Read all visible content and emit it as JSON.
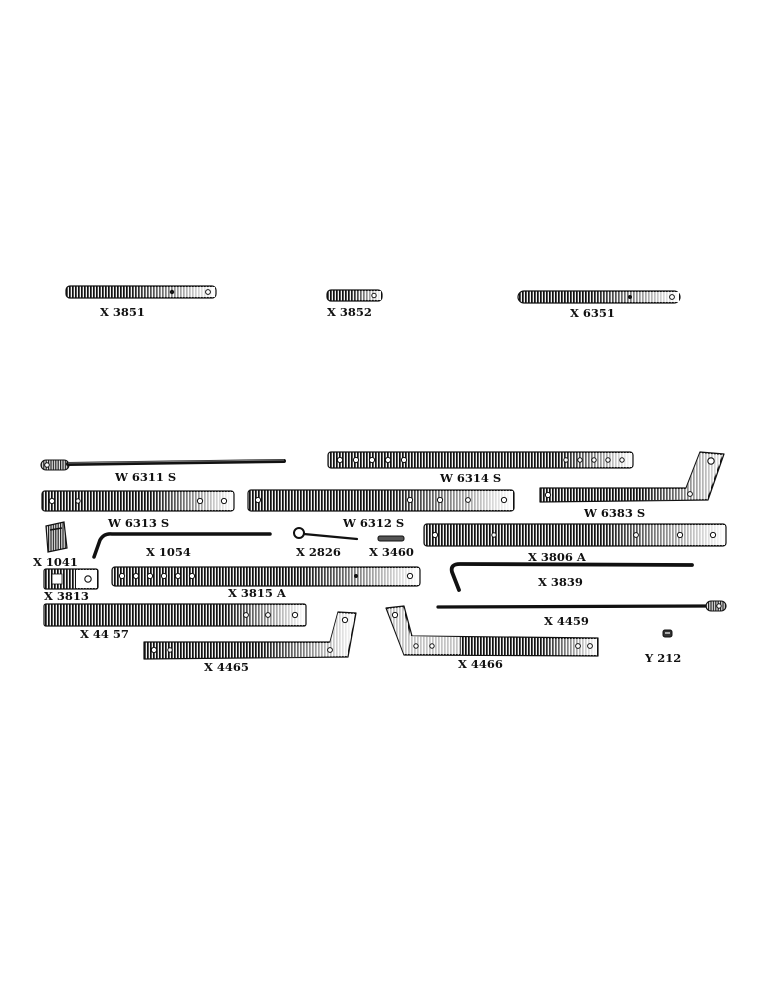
{
  "page": {
    "ink": "#111111",
    "paper": "#ffffff",
    "highlight": "#ffffff"
  },
  "parts": {
    "x3851": "X 3851",
    "x3852": "X 3852",
    "x6351": "X 6351",
    "w6311s": "W 6311 S",
    "w6314s": "W 6314 S",
    "w6313s": "W 6313 S",
    "w6312s": "W 6312  S",
    "w6383s": "W 6383 S",
    "x1041": "X 1041",
    "x1054": "X 1054",
    "x2826": "X 2826",
    "x3460": "X 3460",
    "x3806a": "X  3806 A",
    "x3813": "X 3813",
    "x3815a": "X  3815 A",
    "x3839": "X 3839",
    "x4457": "X 44 57",
    "x4459": "X  4459",
    "x4465": "X 4465",
    "x4466": "X 4466",
    "y212": "Y 212"
  }
}
